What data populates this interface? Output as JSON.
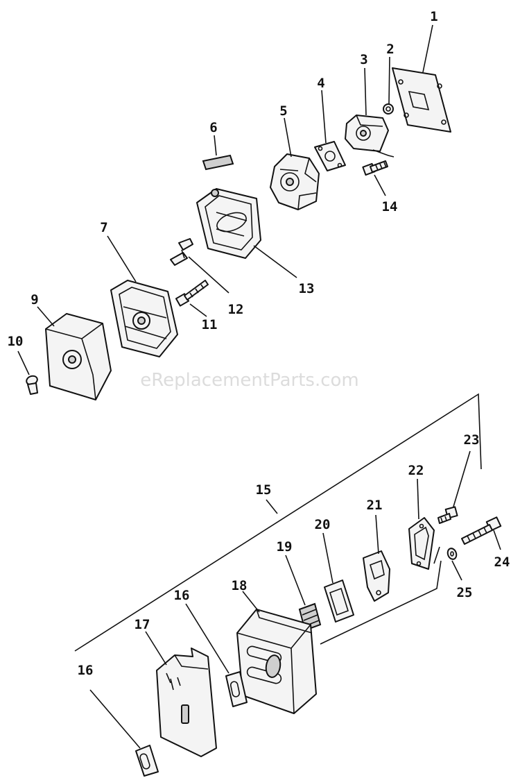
{
  "watermark": "eReplacementParts.com",
  "callouts": {
    "c1": "1",
    "c2": "2",
    "c3": "3",
    "c4": "4",
    "c5": "5",
    "c6": "6",
    "c7": "7",
    "c9": "9",
    "c10": "10",
    "c11": "11",
    "c12": "12",
    "c13": "13",
    "c14": "14",
    "c15": "15",
    "c16a": "16",
    "c16b": "16",
    "c17": "17",
    "c18": "18",
    "c19": "19",
    "c20": "20",
    "c21": "21",
    "c22": "22",
    "c23": "23",
    "c24": "24",
    "c25": "25"
  }
}
